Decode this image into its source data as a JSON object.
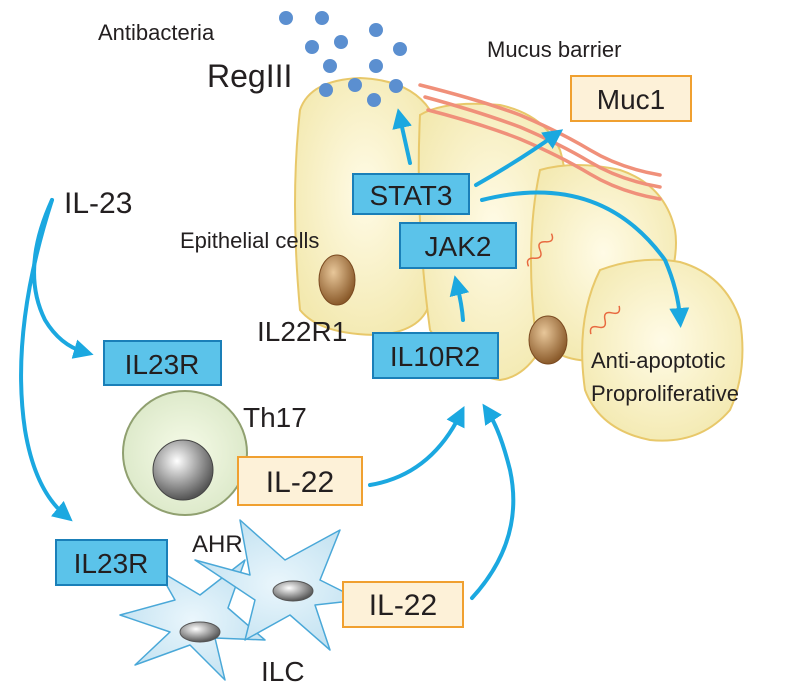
{
  "labels": {
    "antibacteria": "Antibacteria",
    "regIII": "RegIII",
    "mucus_barrier": "Mucus barrier",
    "il23": "IL-23",
    "epithelial_cells": "Epithelial cells",
    "il22r1": "IL22R1",
    "th17": "Th17",
    "ahr": "AHR",
    "ilc": "ILC",
    "anti_apoptotic": "Anti-apoptotic",
    "proproliferative": "Proproliferative"
  },
  "boxes": {
    "muc1": "Muc1",
    "stat3": "STAT3",
    "jak2": "JAK2",
    "il10r2": "IL10R2",
    "il23r_top": "IL23R",
    "il23r_bottom": "IL23R",
    "il22_th17": "IL-22",
    "il22_ilc": "IL-22"
  },
  "colors": {
    "arrow": "#1ba8e0",
    "blue_box_fill": "#5bc3ea",
    "blue_box_stroke": "#1a7fb8",
    "orange_box_fill": "#fdf1d8",
    "orange_box_stroke": "#f0a030",
    "cell_fill": "#f6f0c4",
    "cell_stroke": "#e8c86a",
    "mucus": "#f0907a",
    "dot": "#5b8fd0"
  }
}
